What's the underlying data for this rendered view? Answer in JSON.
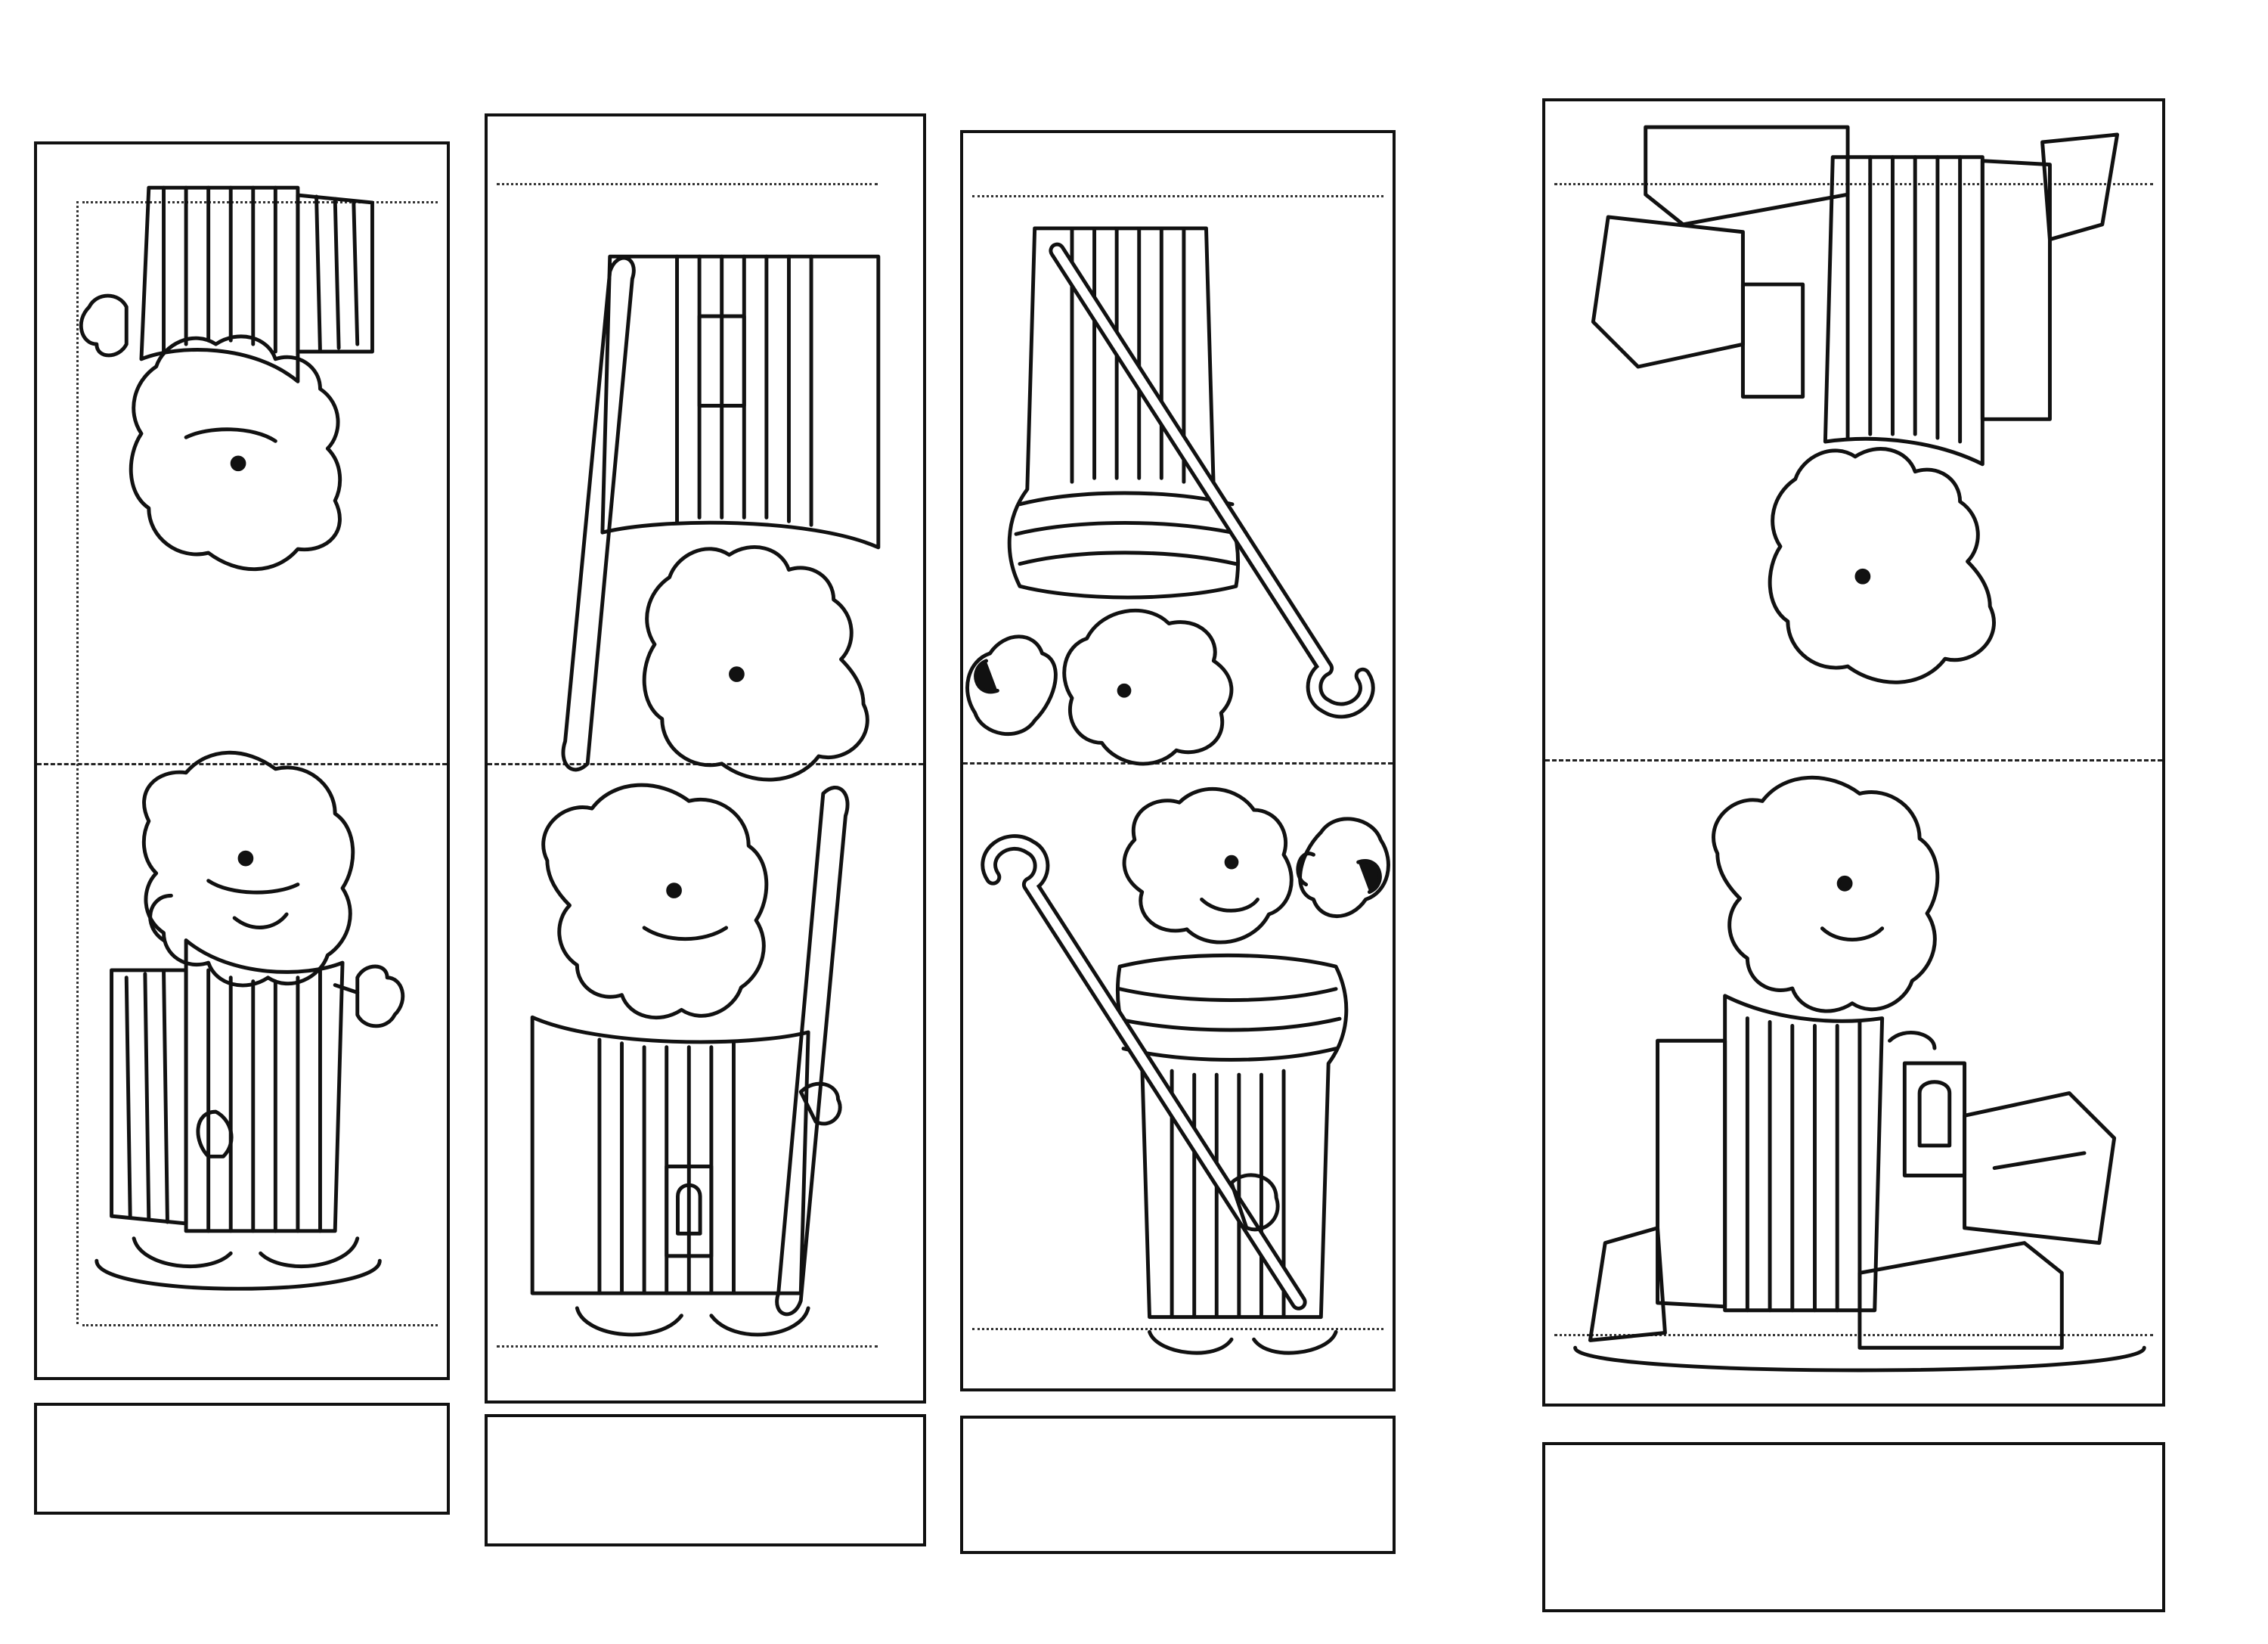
{
  "page": {
    "background": "#ffffff",
    "line_color": "#111111"
  },
  "cards": [
    {
      "figure": "old-man-waving",
      "props": [
        "raised-hand",
        "striped-robe"
      ],
      "top_panel": "figure-upside-down",
      "bottom_panel": "figure-upright"
    },
    {
      "figure": "man-with-lantern-and-staff",
      "props": [
        "lantern",
        "staff",
        "striped-robe"
      ],
      "top_panel": "figure-upside-down",
      "bottom_panel": "figure-upright"
    },
    {
      "figure": "shepherd-with-lamb",
      "props": [
        "lamb",
        "shepherd-crook",
        "striped-robe"
      ],
      "top_panel": "figure-upside-down",
      "bottom_panel": "figure-upright"
    },
    {
      "figure": "man-with-lantern-at-rocks",
      "props": [
        "lantern",
        "rocks",
        "striped-robe"
      ],
      "top_panel": "figure-upside-down",
      "bottom_panel": "figure-upright"
    }
  ],
  "label_boxes": [
    {
      "text": ""
    },
    {
      "text": ""
    },
    {
      "text": ""
    },
    {
      "text": ""
    }
  ]
}
